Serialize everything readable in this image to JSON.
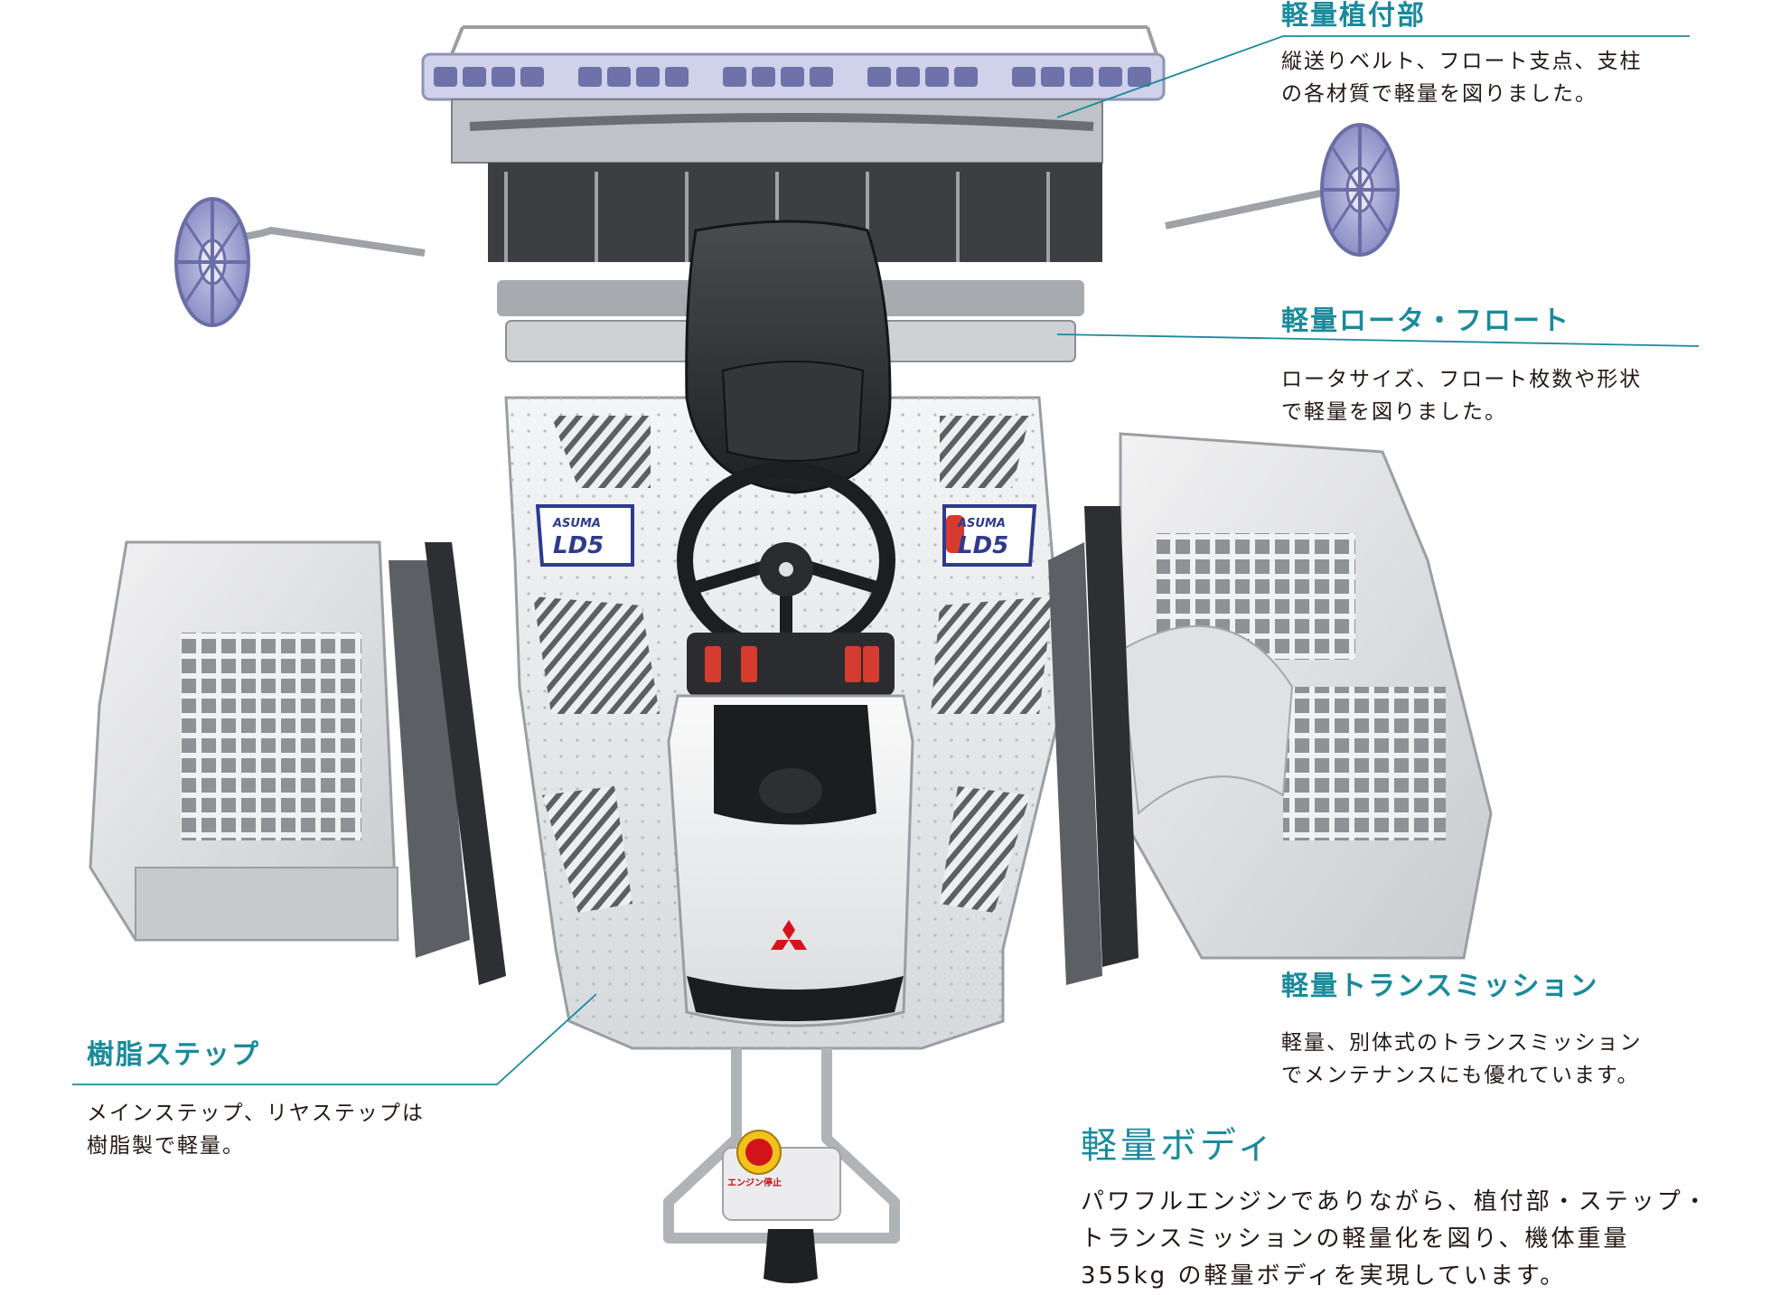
{
  "colors": {
    "accent": "#1a8a9b",
    "text": "#231815",
    "leader_line": "#1a8a9b"
  },
  "callouts": {
    "planting": {
      "title": "軽量植付部",
      "desc": "縦送りベルト、フロート支点、支柱\nの各材質で軽量を図りました。"
    },
    "rotor": {
      "title": "軽量ロータ・フロート",
      "desc": "ロータサイズ、フロート枚数や形状\nで軽量を図りました。"
    },
    "transmission": {
      "title": "軽量トランスミッション",
      "desc": "軽量、別体式のトランスミッション\nでメンテナンスにも優れています。"
    },
    "step": {
      "title": "樹脂ステップ",
      "desc": "メインステップ、リヤステップは\n樹脂製で軽量。"
    },
    "body": {
      "title": "軽量ボディ",
      "desc": "パワフルエンジンでありながら、植付部・ステップ・\nトランスミッションの軽量化を図り、機体重量\n355kg の軽量ボディを実現しています。"
    }
  },
  "machine": {
    "badge_left_brand": "ASUMA",
    "badge_left_model": "LD5",
    "badge_right_brand": "ASUMA",
    "badge_right_model": "LD5",
    "stop_button_label": "エンジン停止",
    "icons": {
      "brand_logo": "mitsubishi-logo-icon",
      "steering": "steering-wheel-icon",
      "seat": "seat-icon",
      "wheel_left": "float-wheel-icon",
      "wheel_right": "float-wheel-icon",
      "stop_button": "emergency-stop-icon"
    }
  }
}
